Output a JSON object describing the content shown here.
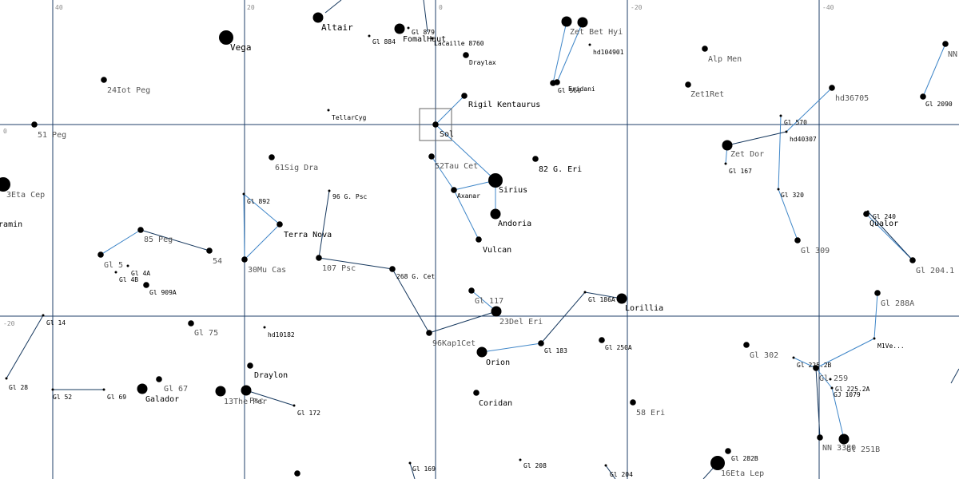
{
  "map": {
    "grid_ticks": [
      {
        "text": "40",
        "id": "top-40"
      },
      {
        "text": "20",
        "id": "top-20"
      },
      {
        "text": "0",
        "id": "top-0"
      },
      {
        "text": "-20",
        "id": "top-minus-20"
      },
      {
        "text": "-40",
        "id": "top-minus-40"
      },
      {
        "text": "0",
        "id": "left-0"
      },
      {
        "text": "-20",
        "id": "left-minus-20"
      }
    ],
    "selected_star": "Sol",
    "colors": {
      "grid": "#1f3f68",
      "link": "#3f86c8",
      "link_dark": "#16385e",
      "star": "#000000",
      "label_grey": "#555555"
    },
    "stars": [
      {
        "id": "altair",
        "label": "Altair",
        "size": "m"
      },
      {
        "id": "vega",
        "label": "Vega",
        "size": "l"
      },
      {
        "id": "gl884",
        "label": "Gl 884",
        "size": "t"
      },
      {
        "id": "fomalhaut",
        "label": "FomalHaut",
        "size": "m"
      },
      {
        "id": "gl879",
        "label": "Gl 879",
        "size": "t"
      },
      {
        "id": "lacaille",
        "label": "Lacaille 8760",
        "size": "t"
      },
      {
        "id": "draylax",
        "label": "Draylax",
        "size": "s"
      },
      {
        "id": "zethyi",
        "label": "Zet Bet Hyi",
        "size": "m"
      },
      {
        "id": "zethyi2",
        "label": "",
        "size": "m"
      },
      {
        "id": "hd104901",
        "label": "hd104901",
        "size": "t"
      },
      {
        "id": "eridani",
        "label": "Eridani",
        "size": "s"
      },
      {
        "id": "gl566",
        "label": "Gl 566",
        "size": "s"
      },
      {
        "id": "alpmen",
        "label": "Alp Men",
        "size": "s"
      },
      {
        "id": "zet1ret",
        "label": "Zet1Ret",
        "size": "s"
      },
      {
        "id": "nn",
        "label": "NN",
        "size": "s"
      },
      {
        "id": "hd36705",
        "label": "hd36705",
        "size": "s"
      },
      {
        "id": "gl2090",
        "label": "Gl 2090",
        "size": "s"
      },
      {
        "id": "iot24",
        "label": "24Iot Peg",
        "size": "s"
      },
      {
        "id": "tellarcyg",
        "label": "TellarCyg",
        "size": "t"
      },
      {
        "id": "rigil",
        "label": "Rigil Kentaurus",
        "size": "s"
      },
      {
        "id": "sol",
        "label": "Sol",
        "size": "s"
      },
      {
        "id": "peg51",
        "label": "51 Peg",
        "size": "s"
      },
      {
        "id": "gl570",
        "label": "Gl 570",
        "size": "t"
      },
      {
        "id": "hd40307",
        "label": "hd40307",
        "size": "t"
      },
      {
        "id": "zetdor",
        "label": "Zet Dor",
        "size": "m"
      },
      {
        "id": "gl167",
        "label": "Gl 167",
        "size": "t"
      },
      {
        "id": "sig61",
        "label": "61Sig Dra",
        "size": "s"
      },
      {
        "id": "tau52",
        "label": "52Tau Cet",
        "size": "s"
      },
      {
        "id": "eri82",
        "label": "82 G. Eri",
        "size": "s"
      },
      {
        "id": "sirius",
        "label": "Sirius",
        "size": "l"
      },
      {
        "id": "axanar",
        "label": "Axanar",
        "size": "s"
      },
      {
        "id": "eta3",
        "label": "3Eta Cep",
        "size": "l"
      },
      {
        "id": "gl892",
        "label": "Gl 892",
        "size": "t"
      },
      {
        "id": "psc96",
        "label": "96 G. Psc",
        "size": "t"
      },
      {
        "id": "gl320",
        "label": "Gl 320",
        "size": "t"
      },
      {
        "id": "andoria",
        "label": "Andoria",
        "size": "m"
      },
      {
        "id": "gl240",
        "label": "Gl 240",
        "size": "t"
      },
      {
        "id": "qualor",
        "label": "Qualor",
        "size": "s"
      },
      {
        "id": "teramin",
        "label": "Teramin",
        "size": "t"
      },
      {
        "id": "terranova",
        "label": "Terra Nova",
        "size": "s"
      },
      {
        "id": "peg85",
        "label": "85 Peg",
        "size": "s"
      },
      {
        "id": "vulcan",
        "label": "Vulcan",
        "size": "s"
      },
      {
        "id": "gl309",
        "label": "Gl 309",
        "size": "s"
      },
      {
        "id": "peg54",
        "label": "54",
        "size": "s"
      },
      {
        "id": "gl5",
        "label": "Gl 5",
        "size": "s"
      },
      {
        "id": "gl4a",
        "label": "Gl 4A",
        "size": "t"
      },
      {
        "id": "gl4b",
        "label": "Gl 4B",
        "size": "t"
      },
      {
        "id": "mu30",
        "label": "30Mu Cas",
        "size": "s"
      },
      {
        "id": "psc107",
        "label": "107 Psc",
        "size": "s"
      },
      {
        "id": "cet268",
        "label": "268 G. Cet",
        "size": "s"
      },
      {
        "id": "gl204",
        "label": "Gl 204.1",
        "size": "s"
      },
      {
        "id": "gl909a",
        "label": "Gl 909A",
        "size": "s"
      },
      {
        "id": "gl117",
        "label": "Gl 117",
        "size": "s"
      },
      {
        "id": "gl288a",
        "label": "Gl 288A",
        "size": "s"
      },
      {
        "id": "gl186",
        "label": "Gl 186A",
        "size": "t"
      },
      {
        "id": "lorillia",
        "label": "Lorillia",
        "size": "m"
      },
      {
        "id": "del23",
        "label": "23Del Eri",
        "size": "m"
      },
      {
        "id": "gl14",
        "label": "Gl 14",
        "size": "t"
      },
      {
        "id": "gl75",
        "label": "Gl 75",
        "size": "s"
      },
      {
        "id": "hd10182",
        "label": "hd10182",
        "size": "t"
      },
      {
        "id": "kap96",
        "label": "96Kap1Cet",
        "size": "s"
      },
      {
        "id": "gl250a",
        "label": "Gl 250A",
        "size": "s"
      },
      {
        "id": "gl183",
        "label": "Gl 183",
        "size": "s"
      },
      {
        "id": "m1ve",
        "label": "M1Ve...",
        "size": "t"
      },
      {
        "id": "orion",
        "label": "Orion",
        "size": "m"
      },
      {
        "id": "gl302",
        "label": "Gl 302",
        "size": "s"
      },
      {
        "id": "gl2252b",
        "label": "Gl 225.2B",
        "size": "t"
      },
      {
        "id": "draylon",
        "label": "Draylon",
        "size": "s"
      },
      {
        "id": "gl259",
        "label": "Gl 259",
        "size": "s"
      },
      {
        "id": "gl2252a",
        "label": "Gl 225.2A",
        "size": "t"
      },
      {
        "id": "gj1079",
        "label": "GJ 1079",
        "size": "t"
      },
      {
        "id": "gl67",
        "label": "Gl 67",
        "size": "s"
      },
      {
        "id": "galador",
        "label": "Galador",
        "size": "m"
      },
      {
        "id": "gl28",
        "label": "Gl 28",
        "size": "t"
      },
      {
        "id": "gl52",
        "label": "Gl 52",
        "size": "t"
      },
      {
        "id": "gl69",
        "label": "Gl 69",
        "size": "t"
      },
      {
        "id": "the13",
        "label": "13The Per",
        "size": "m"
      },
      {
        "id": "psc",
        "label": "Psc",
        "size": "m"
      },
      {
        "id": "gl172",
        "label": "Gl 172",
        "size": "t"
      },
      {
        "id": "coridan",
        "label": "Coridan",
        "size": "s"
      },
      {
        "id": "eri58",
        "label": "58 Eri",
        "size": "s"
      },
      {
        "id": "nn3380",
        "label": "NN 3380",
        "size": "s"
      },
      {
        "id": "gl2518",
        "label": "Gl 251B",
        "size": "m"
      },
      {
        "id": "gl169",
        "label": "Gl 169",
        "size": "t"
      },
      {
        "id": "gl208",
        "label": "Gl 208",
        "size": "t"
      },
      {
        "id": "gl204b",
        "label": "Gl 204",
        "size": "t"
      },
      {
        "id": "gl282b",
        "label": "Gl 282B",
        "size": "s"
      },
      {
        "id": "eta16",
        "label": "16Eta Lep",
        "size": "l"
      },
      {
        "id": "bottomstar",
        "label": "",
        "size": "s"
      }
    ]
  }
}
